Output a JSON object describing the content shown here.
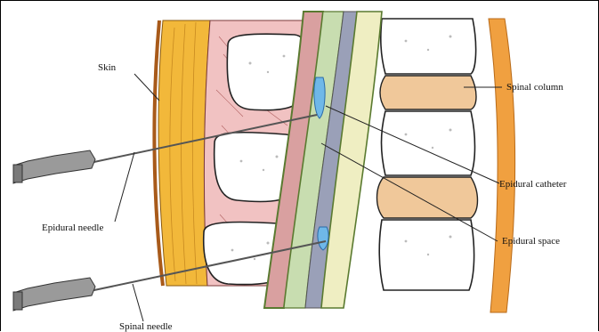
{
  "diagram": {
    "labels": {
      "skin": "Skin",
      "spinal_column": "Spinal column",
      "epidural_catheter": "Epidural catheter",
      "epidural_needle": "Epidural needle",
      "epidural_space": "Epidural space",
      "spinal_needle": "Spinal needle"
    }
  },
  "colors": {
    "skin_outline": "#a85a1a",
    "fat_layer": "#f2b83a",
    "muscle_layer": "#f1c2c2",
    "vertebra_bone": "#ffffff",
    "intervertebral_disc": "#f0c89a",
    "dura": "#c8ddb0",
    "spinal_cord": "#efeec2",
    "csf_band": "#9aa0b8",
    "catheter_tip": "#6fb8e8",
    "outer_orange": "#f0a040",
    "needle_metal": "#8a8a8a"
  }
}
